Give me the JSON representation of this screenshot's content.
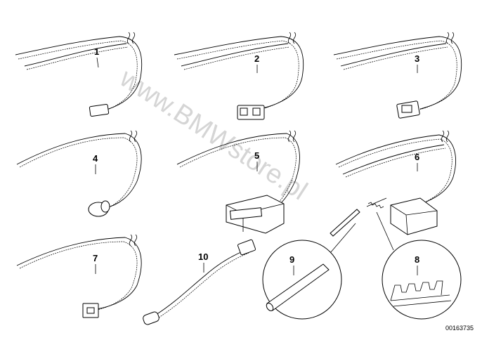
{
  "callouts": {
    "p1": "1",
    "p2": "2",
    "p3": "3",
    "p4": "4",
    "p5": "5",
    "p6": "6",
    "p7": "7",
    "p8": "8",
    "p9": "9",
    "p10": "10"
  },
  "diagram_number": "00163735",
  "watermark": "www.BMWstore.pl"
}
